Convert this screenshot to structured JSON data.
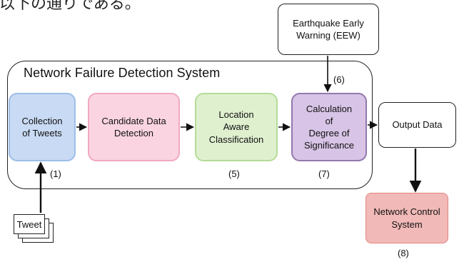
{
  "header_fragment": "以下の通りである。",
  "system": {
    "title": "Network Failure Detection System"
  },
  "nodes": {
    "collection": {
      "label": "Collection of Tweets",
      "lines": [
        "Collection",
        "of Tweets"
      ]
    },
    "candidate": {
      "label": "Candidate Data Detection",
      "lines": [
        "Candidate Data",
        "Detection"
      ]
    },
    "location": {
      "label": "Location Aware Classification",
      "lines": [
        "Location",
        "Aware",
        "Classification"
      ]
    },
    "calculation": {
      "label": "Calculation of Degree of Significance",
      "lines": [
        "Calculation",
        "of",
        "Degree of",
        "Significance"
      ]
    },
    "eew": {
      "label": "Earthquake Early Warning (EEW)",
      "lines": [
        "Earthquake Early",
        "Warning (EEW)"
      ]
    },
    "output": {
      "label": "Output Data"
    },
    "network_control": {
      "label": "Network Control System",
      "lines": [
        "Network Control",
        "System"
      ]
    },
    "tweet": {
      "label": "Tweet"
    }
  },
  "step_numbers": {
    "collection": "(1)",
    "location": "(5)",
    "eew": "(6)",
    "calculation": "(7)",
    "network_control": "(8)"
  },
  "colors": {
    "collection_fill": "#c9daf4",
    "candidate_fill": "#fad4e1",
    "location_fill": "#dff0cf",
    "calculation_fill": "#d7c4e6",
    "network_control_fill": "#f1b9b7"
  }
}
